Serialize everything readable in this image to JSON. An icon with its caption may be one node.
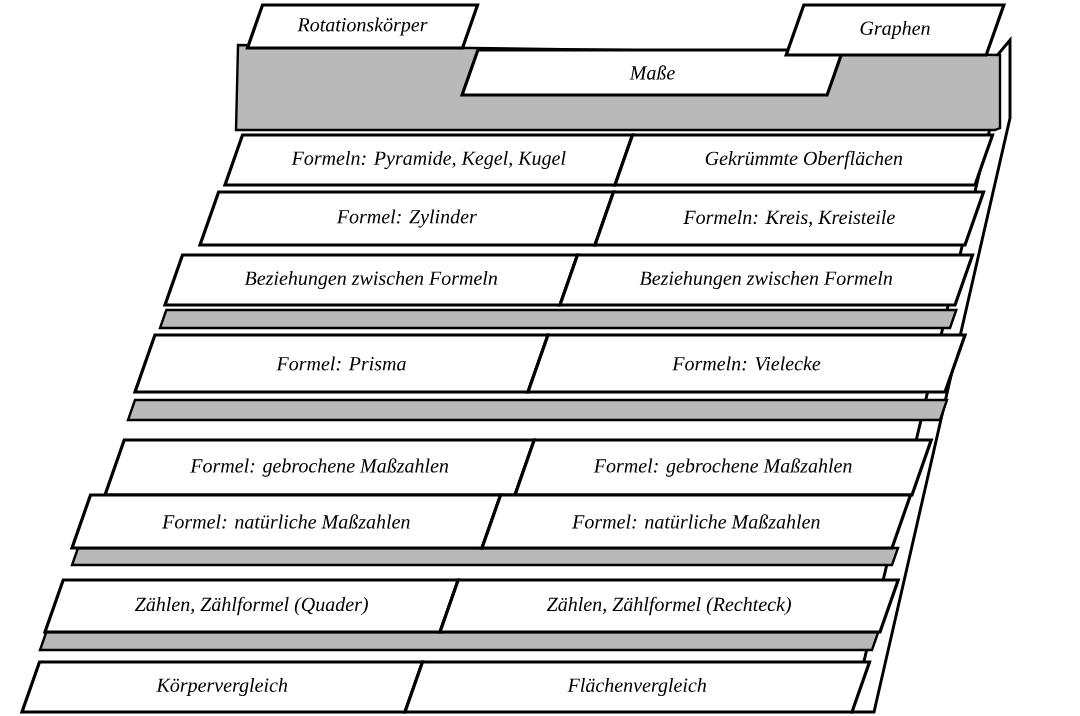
{
  "diagram": {
    "nodes": [
      {
        "text": [
          "Rotationskörper"
        ]
      },
      {
        "text": [
          "Maße"
        ]
      },
      {
        "text": [
          "Graphen"
        ]
      },
      {
        "text": [
          "Formeln: Pyramide, Kegel, Kugel"
        ]
      },
      {
        "text": [
          "Gekrümmte Oberflächen"
        ]
      },
      {
        "text": [
          "Formel: Zylinder"
        ]
      },
      {
        "text": [
          "Formeln: Kreis, Kreisteile"
        ]
      },
      {
        "text": [
          "Beziehungen zwischen Formeln"
        ]
      },
      {
        "text": [
          "Beziehungen zwischen Formeln"
        ]
      },
      {
        "text": [
          "Formel: Prisma"
        ]
      },
      {
        "text": [
          "Formeln: Vielecke"
        ]
      },
      {
        "text": [
          "Formel: gebrochene Maßzahlen"
        ]
      },
      {
        "text": [
          "Formel: gebrochene Maßzahlen"
        ]
      },
      {
        "text": [
          "Formel: natürliche Maßzahlen"
        ]
      },
      {
        "text": [
          "Formel: natürliche Maßzahlen"
        ]
      },
      {
        "text": [
          "Zählen, Zählformel (Quader)"
        ]
      },
      {
        "text": [
          "Zählen, Zählformel (Rechteck)"
        ]
      },
      {
        "text": [
          "Körpervergleich"
        ]
      },
      {
        "text": [
          "Flächenvergleich"
        ]
      }
    ]
  }
}
